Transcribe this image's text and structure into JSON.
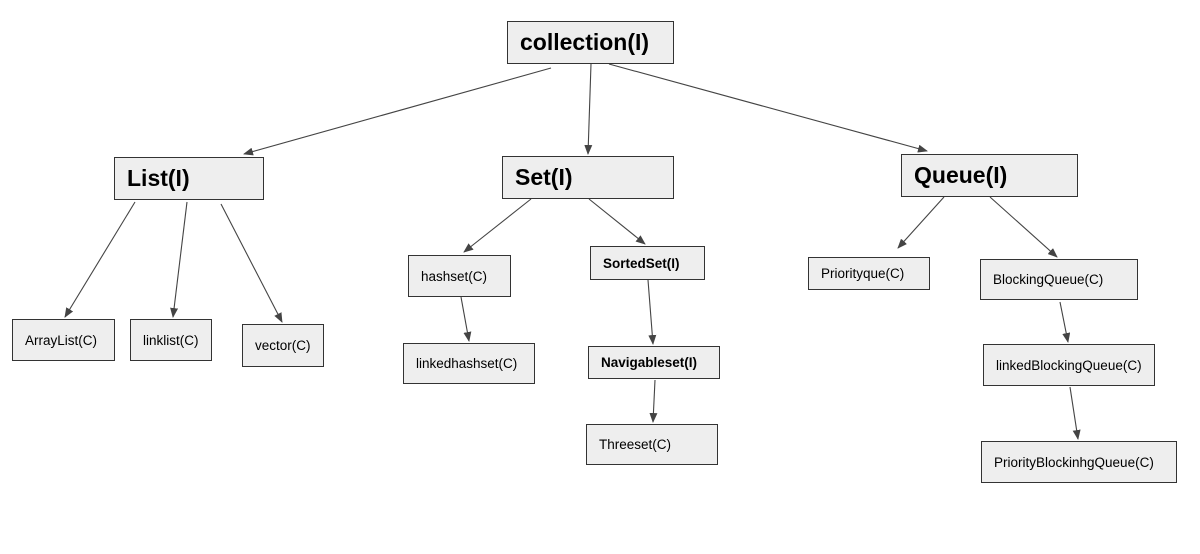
{
  "nodes": {
    "collection": "collection(I)",
    "list": "List(I)",
    "set": "Set(I)",
    "queue": "Queue(I)",
    "arraylist": "ArrayList(C)",
    "linklist": "linklist(C)",
    "vector": "vector(C)",
    "hashset": "hashset(C)",
    "linkedhashset": "linkedhashset(C)",
    "sortedset": "SortedSet(I)",
    "navigableset": "Navigableset(I)",
    "treeset": "Threeset(C)",
    "priorityque": "Priorityque(C)",
    "blockingqueue": "BlockingQueue(C)",
    "linkedblockingqueue": "linkedBlockingQueue(C)",
    "priorityblockingqueue": "PriorityBlockinhgQueue(C)"
  },
  "edges": [
    [
      "collection",
      "list"
    ],
    [
      "collection",
      "set"
    ],
    [
      "collection",
      "queue"
    ],
    [
      "list",
      "arraylist"
    ],
    [
      "list",
      "linklist"
    ],
    [
      "list",
      "vector"
    ],
    [
      "set",
      "hashset"
    ],
    [
      "set",
      "sortedset"
    ],
    [
      "hashset",
      "linkedhashset"
    ],
    [
      "sortedset",
      "navigableset"
    ],
    [
      "navigableset",
      "treeset"
    ],
    [
      "queue",
      "priorityque"
    ],
    [
      "queue",
      "blockingqueue"
    ],
    [
      "blockingqueue",
      "linkedblockingqueue"
    ],
    [
      "linkedblockingqueue",
      "priorityblockingqueue"
    ]
  ]
}
